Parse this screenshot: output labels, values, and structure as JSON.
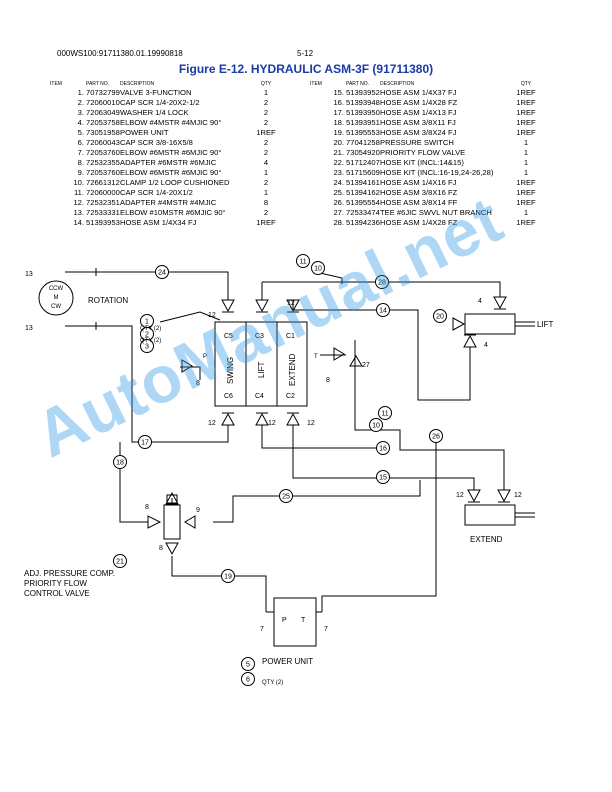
{
  "header": {
    "doc_code": "000WS100:91711380.01.19990818",
    "page_number": "5-12"
  },
  "figure_title": "Figure E-12.  HYDRAULIC ASM-3F (91711380)",
  "table": {
    "headers": {
      "item": "ITEM",
      "part": "PART NO.",
      "desc": "DESCRIPTION",
      "qty": "QTY"
    },
    "left": [
      {
        "item": "1.",
        "part": "70732799",
        "desc": "VALVE 3-FUNCTION",
        "qty": "1"
      },
      {
        "item": "2.",
        "part": "72060010",
        "desc": "CAP SCR 1/4-20X2-1/2",
        "qty": "2"
      },
      {
        "item": "3.",
        "part": "72063049",
        "desc": "WASHER 1/4 LOCK",
        "qty": "2"
      },
      {
        "item": "4.",
        "part": "72053758",
        "desc": "ELBOW #4MSTR #4MJIC 90°",
        "qty": "2"
      },
      {
        "item": "5.",
        "part": "73051958",
        "desc": "POWER UNIT",
        "qty": "1REF"
      },
      {
        "item": "6.",
        "part": "72060043",
        "desc": "CAP SCR 3/8-16X5/8",
        "qty": "2"
      },
      {
        "item": "7.",
        "part": "72053760",
        "desc": "ELBOW #6MSTR #6MJIC 90°",
        "qty": "2"
      },
      {
        "item": "8.",
        "part": "72532355",
        "desc": "ADAPTER #6MSTR #6MJIC",
        "qty": "4"
      },
      {
        "item": "9.",
        "part": "72053760",
        "desc": "ELBOW #6MSTR #6MJIC 90°",
        "qty": "1"
      },
      {
        "item": "10.",
        "part": "72661312",
        "desc": "CLAMP 1/2 LOOP CUSHIONED",
        "qty": "2"
      },
      {
        "item": "11.",
        "part": "72060000",
        "desc": "CAP SCR 1/4-20X1/2",
        "qty": "1"
      },
      {
        "item": "12.",
        "part": "72532351",
        "desc": "ADAPTER #4MSTR #4MJIC",
        "qty": "8"
      },
      {
        "item": "13.",
        "part": "72533331",
        "desc": "ELBOW #10MSTR #6MJIC 90°",
        "qty": "2"
      },
      {
        "item": "14.",
        "part": "51393953",
        "desc": "HOSE ASM 1/4X34 FJ",
        "qty": "1REF"
      }
    ],
    "right": [
      {
        "item": "15.",
        "part": "51393952",
        "desc": "HOSE ASM 1/4X37 FJ",
        "qty": "1REF"
      },
      {
        "item": "16.",
        "part": "51393948",
        "desc": "HOSE ASM 1/4X28 FZ",
        "qty": "1REF"
      },
      {
        "item": "17.",
        "part": "51393950",
        "desc": "HOSE ASM 1/4X13 FJ",
        "qty": "1REF"
      },
      {
        "item": "18.",
        "part": "51393951",
        "desc": "HOSE ASM 3/8X11 FJ",
        "qty": "1REF"
      },
      {
        "item": "19.",
        "part": "51395553",
        "desc": "HOSE ASM 3/8X24 FJ",
        "qty": "1REF"
      },
      {
        "item": "20.",
        "part": "77041258",
        "desc": "PRESSURE SWITCH",
        "qty": "1"
      },
      {
        "item": "21.",
        "part": "73054920",
        "desc": "PRIORITY FLOW VALVE",
        "qty": "1"
      },
      {
        "item": "22.",
        "part": "51712407",
        "desc": "HOSE KIT (INCL:14&15)",
        "qty": "1"
      },
      {
        "item": "23.",
        "part": "51715609",
        "desc": "HOSE KIT (INCL:16-19,24-26,28)",
        "qty": "1"
      },
      {
        "item": "24.",
        "part": "51394161",
        "desc": "HOSE ASM 1/4X16 FJ",
        "qty": "1REF"
      },
      {
        "item": "25.",
        "part": "51394162",
        "desc": "HOSE ASM 3/8X16 FZ",
        "qty": "1REF"
      },
      {
        "item": "26.",
        "part": "51395554",
        "desc": "HOSE ASM 3/8X14 FF",
        "qty": "1REF"
      },
      {
        "item": "27.",
        "part": "72533474",
        "desc": "TEE #6JIC SWVL NUT BRANCH",
        "qty": "1"
      },
      {
        "item": "28.",
        "part": "51394236",
        "desc": "HOSE ASM 1/4X28 FZ",
        "qty": "1REF"
      }
    ]
  },
  "diagram": {
    "labels": {
      "rotation": "ROTATION",
      "lift": "LIFT",
      "extend": "EXTEND",
      "motor_ccw": "CCW",
      "motor_m": "M",
      "motor_cw": "CW",
      "valve_label_1": "ADJ. PRESSURE COMP.",
      "valve_label_2": "PRIORITY FLOW",
      "valve_label_3": "CONTROL VALVE",
      "power_unit": "POWER UNIT",
      "qty_2": "QTY (2)",
      "swing": "SWING",
      "lift_section": "LIFT",
      "extend_section": "EXTEND",
      "p": "P",
      "t": "T",
      "c1": "C1",
      "c2": "C2",
      "c3": "C3",
      "c4": "C4",
      "c5": "C5",
      "c6": "C6"
    },
    "callouts": {
      "c1": "1",
      "c2": "2",
      "c3": "3",
      "c5": "5",
      "c6": "6",
      "c10": "10",
      "c11": "11",
      "c14": "14",
      "c15": "15",
      "c16": "16",
      "c17": "17",
      "c18": "18",
      "c19": "19",
      "c20": "20",
      "c21": "21",
      "c24": "24",
      "c25": "25",
      "c26": "26",
      "c28": "28"
    },
    "plain": {
      "n4": "4",
      "n7": "7",
      "n8": "8",
      "n9": "9",
      "n12": "12",
      "n13": "13",
      "n27": "27"
    }
  },
  "watermark": "AutoManual.net"
}
